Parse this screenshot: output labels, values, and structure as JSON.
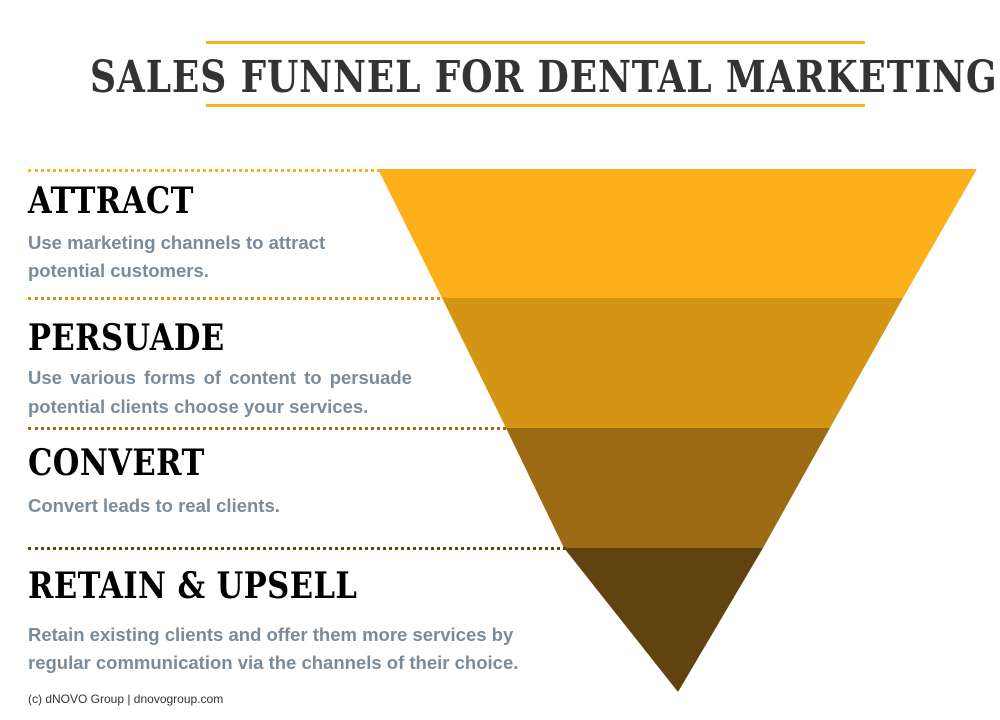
{
  "header": {
    "title": "SALES FUNNEL FOR DENTAL MARKETING",
    "rule_color": "#FDB01B"
  },
  "stages": [
    {
      "heading": "ATTRACT",
      "description_line1": "Use marketing channels to attract",
      "description_line2": "potential customers.",
      "color": "#FDB01B"
    },
    {
      "heading": "PERSUADE",
      "description_line1": "Use various forms of content to persuade",
      "description_line2": "potential clients choose your services.",
      "color": "#D49414"
    },
    {
      "heading": "CONVERT",
      "description_line1": "Convert leads to real clients.",
      "description_line2": "",
      "color": "#9C6A12"
    },
    {
      "heading": "RETAIN & UPSELL",
      "description_line1": "Retain existing clients and offer them more services by",
      "description_line2": "regular communication via the channels of their choice.",
      "color": "#60430E"
    }
  ],
  "footer": {
    "credit": "(c) dNOVO Group | dnovogroup.com"
  }
}
